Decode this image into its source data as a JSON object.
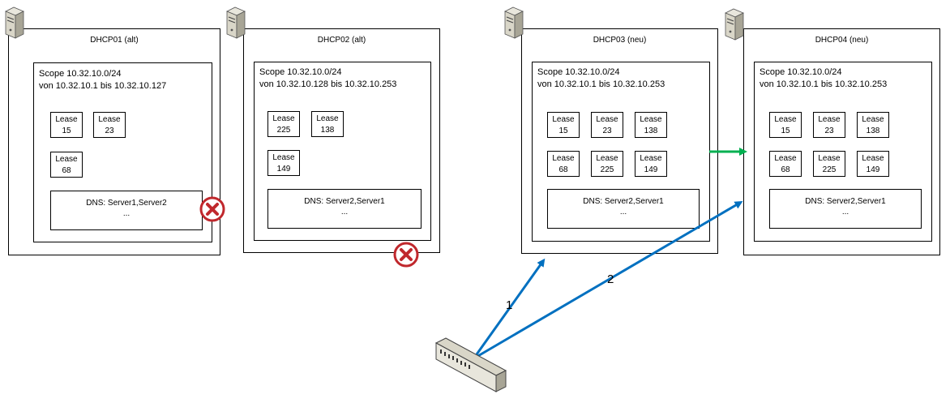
{
  "servers": [
    {
      "name": "DHCP01 (alt)",
      "scope": "Scope 10.32.10.0/24",
      "range": "von 10.32.10.1 bis 10.32.10.127",
      "leases": [
        "15",
        "23",
        "68"
      ],
      "dns": "DNS: Server1,Server2",
      "dns_more": "..."
    },
    {
      "name": "DHCP02 (alt)",
      "scope": "Scope 10.32.10.0/24",
      "range": "von 10.32.10.128 bis 10.32.10.253",
      "leases": [
        "225",
        "138",
        "149"
      ],
      "dns": "DNS: Server2,Server1",
      "dns_more": "..."
    },
    {
      "name": "DHCP03 (neu)",
      "scope": "Scope 10.32.10.0/24",
      "range": "von 10.32.10.1 bis 10.32.10.253",
      "leases": [
        "15",
        "23",
        "138",
        "68",
        "225",
        "149"
      ],
      "dns": "DNS: Server2,Server1",
      "dns_more": "..."
    },
    {
      "name": "DHCP04 (neu)",
      "scope": "Scope 10.32.10.0/24",
      "range": "von 10.32.10.1 bis 10.32.10.253",
      "leases": [
        "15",
        "23",
        "138",
        "68",
        "225",
        "149"
      ],
      "dns": "DNS: Server2,Server1",
      "dns_more": "..."
    }
  ],
  "lease_label": "Lease",
  "arrows": {
    "label_1": "1",
    "label_2": "2",
    "blue": "#0070c0",
    "green": "#00b050"
  },
  "colors": {
    "x_mark": "#c0282d"
  },
  "icons": {
    "server": "server-tower-icon",
    "switch": "network-switch-icon",
    "failure": "x-circle-icon"
  }
}
